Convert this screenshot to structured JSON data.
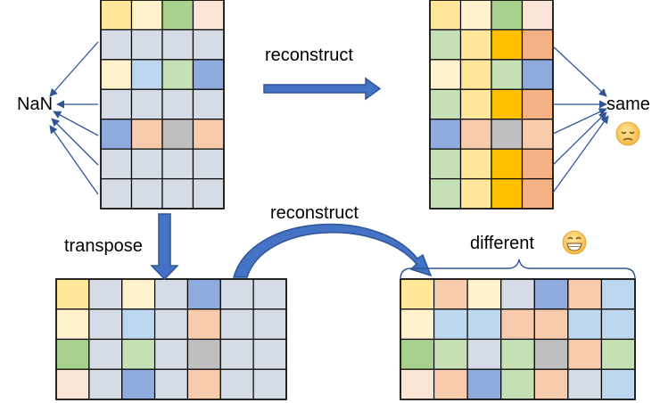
{
  "labels": {
    "nan": "NaN",
    "reconstruct_top": "reconstruct",
    "reconstruct_bottom": "reconstruct",
    "same": "same",
    "transpose": "transpose",
    "different": "different"
  },
  "colors": {
    "Y": "#FFE699",
    "G": "#A9D18E",
    "P": "#FBE5D6",
    "S": "#D6DCE5",
    "L": "#FFF2CC",
    "B": "#BDD7EE",
    "g": "#C5E0B4",
    "D": "#8FAADC",
    "O": "#F8CBAD",
    "R": "#BFBFBF",
    "A": "#FFC000",
    "F": "#F4B183",
    "grid_line": "#000000",
    "arrow": "#2F5597",
    "arrow_fill": "#4472C4"
  },
  "grids": {
    "top_left": [
      "YLGP",
      "SSSS",
      "LBgD",
      "SSSS",
      "DORO",
      "SSSS",
      "SSSS"
    ],
    "top_right": [
      "YLGP",
      "gYAF",
      "LYgD",
      "gYAF",
      "DORO",
      "gYAF",
      "gYAF"
    ],
    "bottom_left": [
      "YSLSDSS",
      "LSBSOSS",
      "GSgSRSS",
      "PSDSOSS"
    ],
    "bottom_right": [
      "YOLSDOB",
      "LBBOOBB",
      "GgSgROg",
      "PODgOSB"
    ]
  },
  "emojis": {
    "same": "sad-face-icon",
    "different": "grin-face-icon"
  }
}
